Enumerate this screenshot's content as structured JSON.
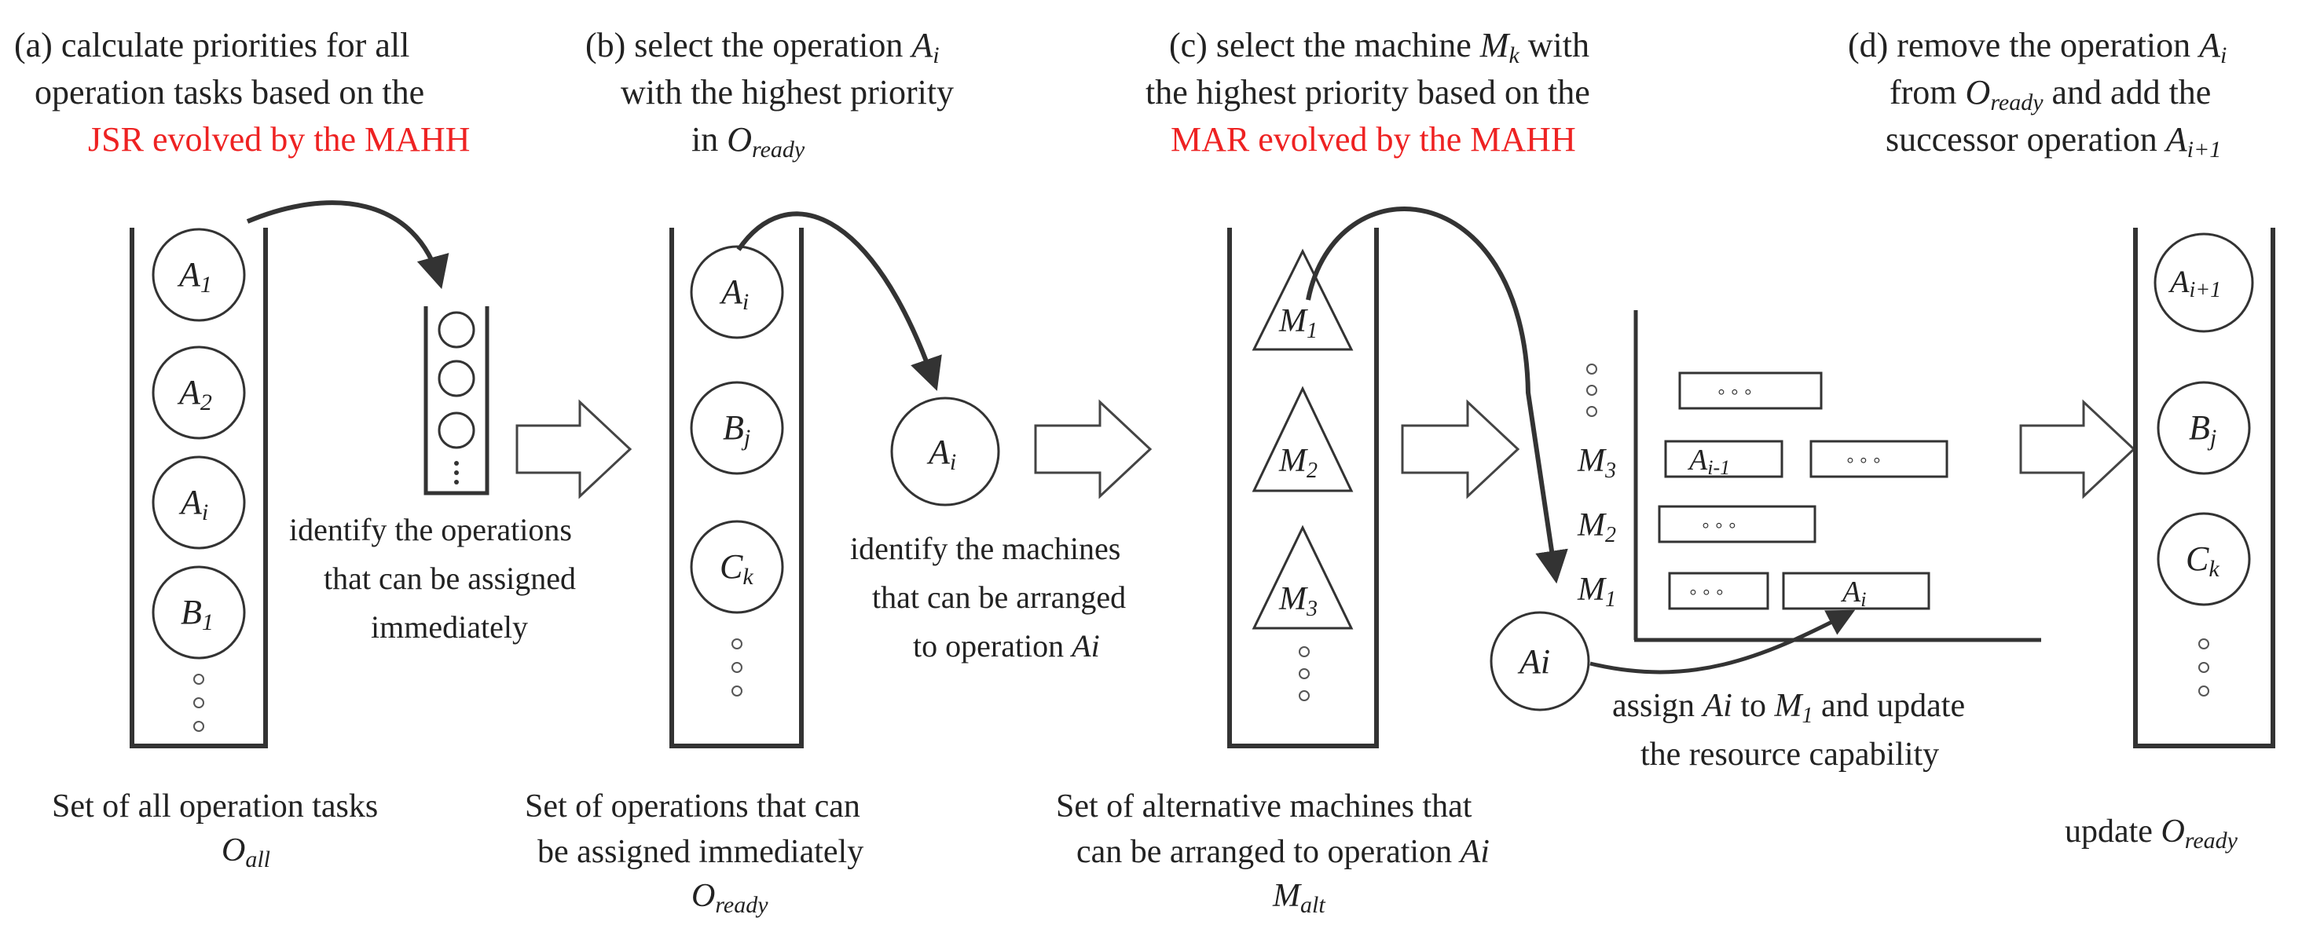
{
  "colors": {
    "ink": "#333333",
    "highlight": "#ee2222"
  },
  "panel_a": {
    "line1": "(a) calculate  priorities for all",
    "line2": "operation tasks based on the",
    "line3_red": "JSR evolved by the MAHH",
    "stack_items": [
      "A",
      "A",
      "A",
      "B"
    ],
    "stack_subs": [
      "1",
      "2",
      "i",
      "1"
    ],
    "ready_note_1": "identify the  operations",
    "ready_note_2": "that can be assigned",
    "ready_note_3": "immediately",
    "caption_1": "Set of all operation tasks",
    "caption_2_main": "O",
    "caption_2_sub": "all"
  },
  "panel_b": {
    "line1": "(b) select the operation ",
    "line1_var": "A",
    "line1_sub": "i",
    "line2": "with the  highest priority",
    "line3": "in ",
    "line3_var": "O",
    "line3_sub": "ready",
    "stack_items": [
      "A",
      "B",
      "C"
    ],
    "stack_subs": [
      "i",
      "j",
      "k"
    ],
    "selected_item": "A",
    "selected_sub": "i",
    "note_1": "identify the machines",
    "note_2": "that can be  arranged",
    "note_3": "to operation ",
    "note_3_var": "Ai",
    "caption_1": "Set of operations  that can",
    "caption_2": "be assigned immediately",
    "caption_3_main": "O",
    "caption_3_sub": "ready"
  },
  "panel_c": {
    "line1": "(c) select the machine ",
    "line1_var": "M",
    "line1_sub": "k",
    "line1_end": "  with",
    "line2": "the highest priority based on the",
    "line3_red": "MAR evolved by the MAHH",
    "machines": [
      "M",
      "M",
      "M"
    ],
    "machine_subs": [
      "1",
      "2",
      "3"
    ],
    "caption_1": "Set of alternative machines that",
    "caption_2": "can be arranged to operation ",
    "caption_2_var": "Ai",
    "caption_3_main": "M",
    "caption_3_sub": "alt"
  },
  "gantt": {
    "row_labels": [
      "M",
      "M",
      "M"
    ],
    "row_subs": [
      "3",
      "2",
      "1"
    ],
    "dots": "◦ ◦ ◦",
    "task_prev": "A",
    "task_prev_sub": "i-1",
    "task_new": "A",
    "task_new_sub": "i",
    "free_op": "Ai",
    "assign_1": "assign ",
    "assign_var": "Ai",
    "assign_mid": " to ",
    "assign_m": "M",
    "assign_m_sub": "1",
    "assign_end": " and update",
    "assign_2": "the resource capability"
  },
  "panel_d": {
    "line1": "(d) remove the operation ",
    "line1_var": "A",
    "line1_sub": "i",
    "line2_pre": "from ",
    "line2_var": "O",
    "line2_sub": "ready",
    "line2_post": " and add the",
    "line3": "successor operation ",
    "line3_var": "A",
    "line3_sub": "i+1",
    "stack_items": [
      "A",
      "B",
      "C"
    ],
    "stack_subs": [
      "i+1",
      "j",
      "k"
    ],
    "caption_pre": "update ",
    "caption_var": "O",
    "caption_sub": "ready"
  }
}
